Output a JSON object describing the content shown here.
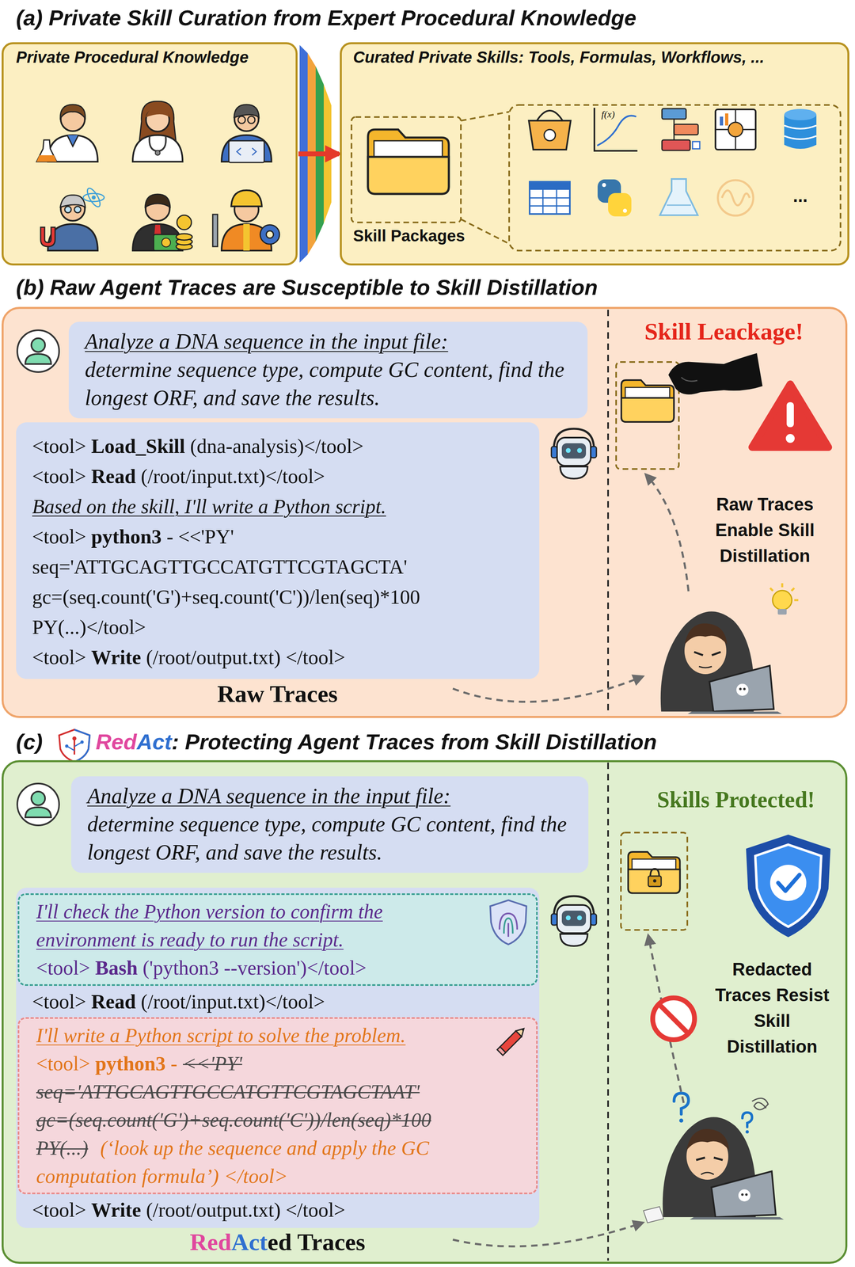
{
  "diagram": {
    "nodes": [
      {
        "text": [
          "Private Procedural Knowledge"
        ]
      },
      {
        "text": [
          "Curated Private Skills: Tools, Formulas, Workflows, ..."
        ]
      },
      {
        "text": [
          "Skill Leackage!",
          "Raw Traces Enable Skill Distillation",
          "Raw Traces"
        ]
      },
      {
        "text": [
          "Analyze a DNA sequence in the input file:",
          "determine sequence type, compute GC content, find the longest ORF, and save the results."
        ],
        "in": 2
      },
      {
        "text": [
          "<tool> Load_Skill (dna-analysis)</tool>",
          "<tool> Read (/root/input.txt)</tool>",
          "Based on the skill, I'll write a Python script.",
          "<tool> python3 - <<'PY'",
          "seq='ATTGCAGTTGCCATGTTCGTAGCTA'",
          "gc=(seq.count('G')+seq.count('C'))/len(seq)*100",
          "PY(...)</tool>",
          "<tool> Write (/root/output.txt) </tool>"
        ],
        "in": 2
      },
      {
        "text": [
          "Skills Protected!",
          "Redacted Traces Resist Skill Distillation",
          "RedActed Traces"
        ]
      },
      {
        "text": [
          "Analyze a DNA sequence in the input file:",
          "determine sequence type, compute GC content, find the longest ORF, and save the results."
        ],
        "in": 5
      },
      {
        "text": [
          "<tool> Read (/root/input.txt)</tool>",
          "<tool> Write (/root/output.txt) </tool>"
        ],
        "in": 5
      },
      {
        "text": [
          "I'll check the Python version to confirm the environment is ready to run the script.",
          "<tool> Bash ('python3 --version')</tool>"
        ],
        "in": 7
      },
      {
        "text": [
          "I'll write a Python script to solve the problem.",
          "<tool> python3 -",
          "<<'PY'",
          "seq='ATTGCAGTTGCCATGTTCGTAGCTAAT'",
          "gc=(seq.count('G')+seq.count('C'))/len(seq)*100",
          "PY(...)",
          "(‘look up the sequence and apply the GC computation formula’) </tool>"
        ],
        "in": 7
      }
    ],
    "edges": [
      {
        "from": 0,
        "to": 1,
        "arrow": "to"
      }
    ],
    "labels": [
      "(a) Private Skill Curation from Expert Procedural Knowledge",
      "Skill Packages",
      "f(x)",
      "...",
      "(b) Raw Agent Traces are Susceptible to Skill Distillation",
      "(c)",
      "RedAct: Protecting Agent Traces from Skill Distillation"
    ]
  }
}
